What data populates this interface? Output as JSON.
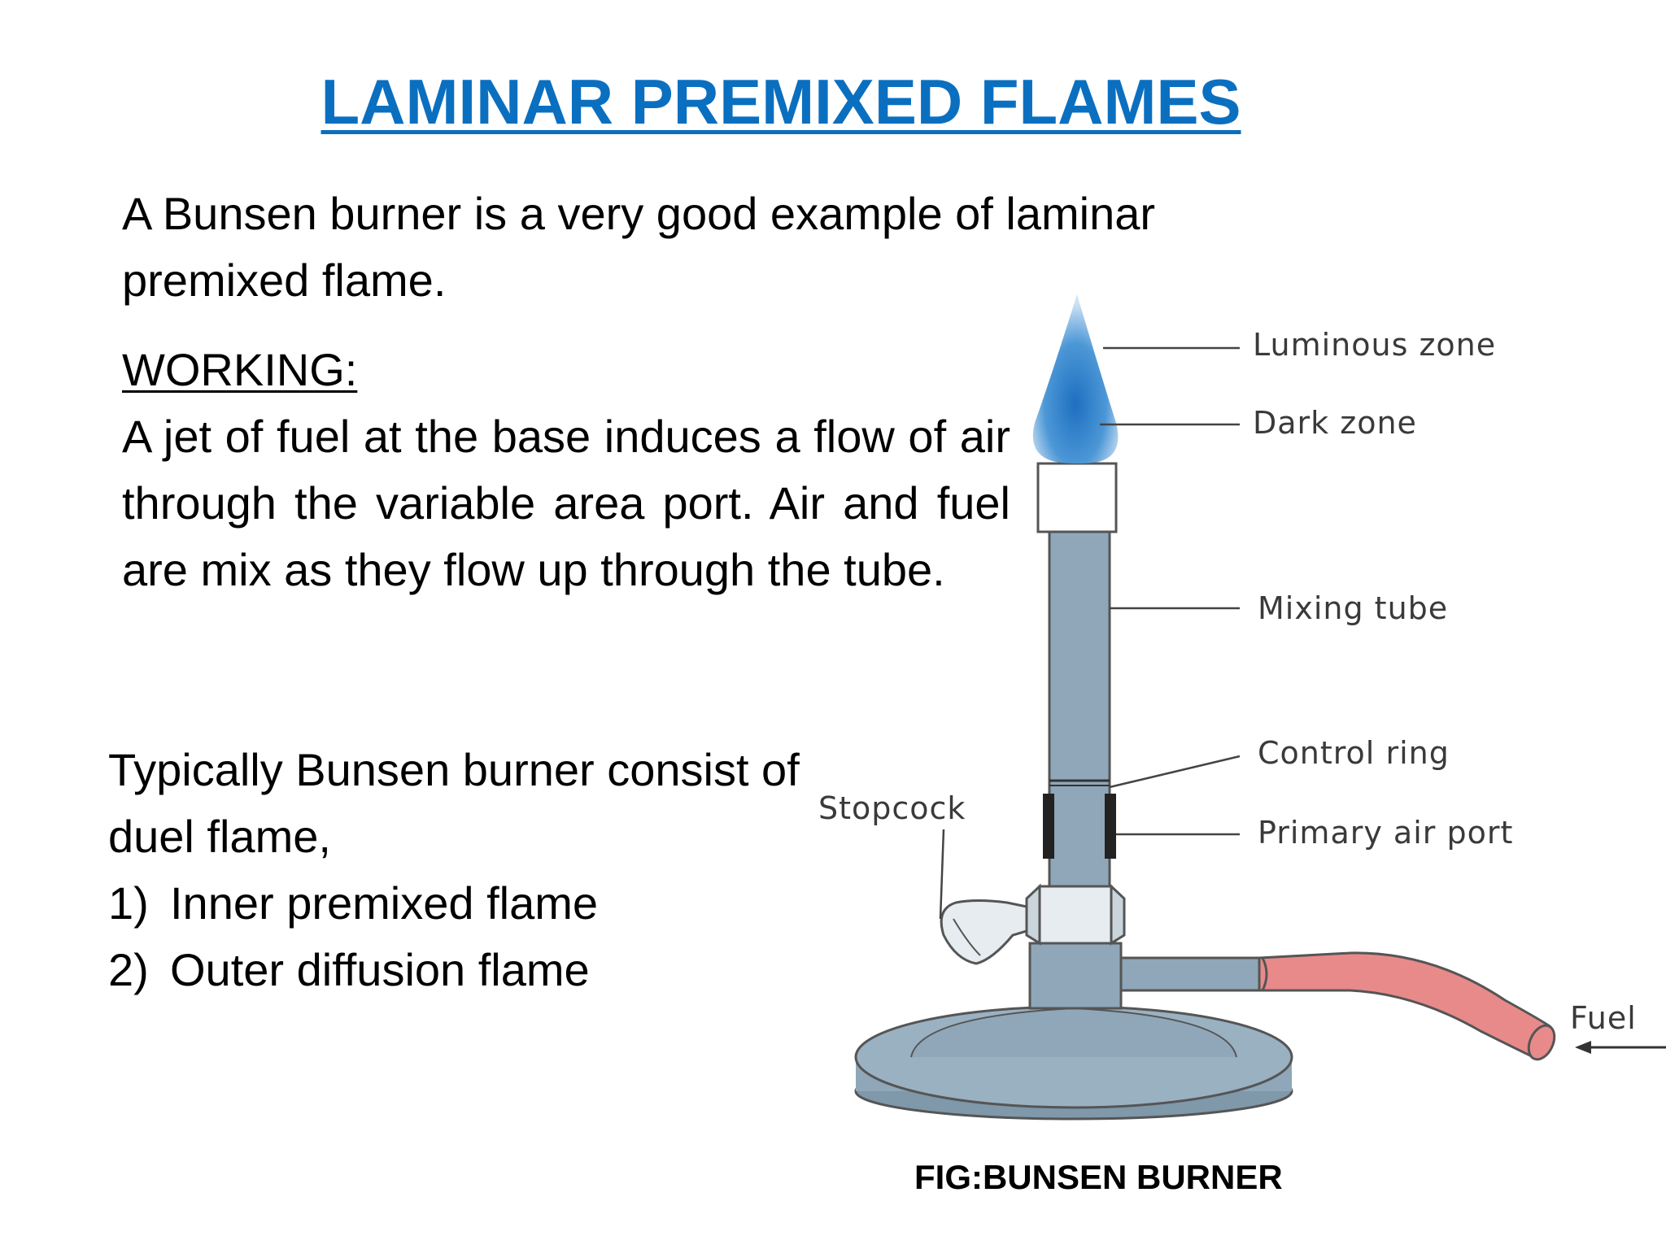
{
  "slide": {
    "title": "LAMINAR PREMIXED FLAMES",
    "intro": "A Bunsen burner is a very good example of laminar premixed flame.",
    "working_heading": "WORKING:",
    "working_body": "A jet of fuel at the base induces a flow of air through the variable area port. Air and fuel are mix as they flow up through  the tube.",
    "typical": "Typically Bunsen burner consist of duel flame,",
    "list": [
      {
        "num": "1)",
        "text": "Inner premixed flame"
      },
      {
        "num": "2)",
        "text": "Outer diffusion flame"
      }
    ],
    "figure_caption": "FIG:BUNSEN BURNER"
  },
  "diagram": {
    "labels": {
      "luminous_zone": "Luminous zone",
      "dark_zone": "Dark zone",
      "mixing_tube": "Mixing tube",
      "control_ring": "Control ring",
      "primary_air_port": "Primary air port",
      "stopcock": "Stopcock",
      "fuel": "Fuel"
    },
    "colors": {
      "burner_body": "#8fa7b8",
      "outline": "#555555",
      "flame": "#3f8fd2",
      "hose": "#e88a8a"
    }
  }
}
